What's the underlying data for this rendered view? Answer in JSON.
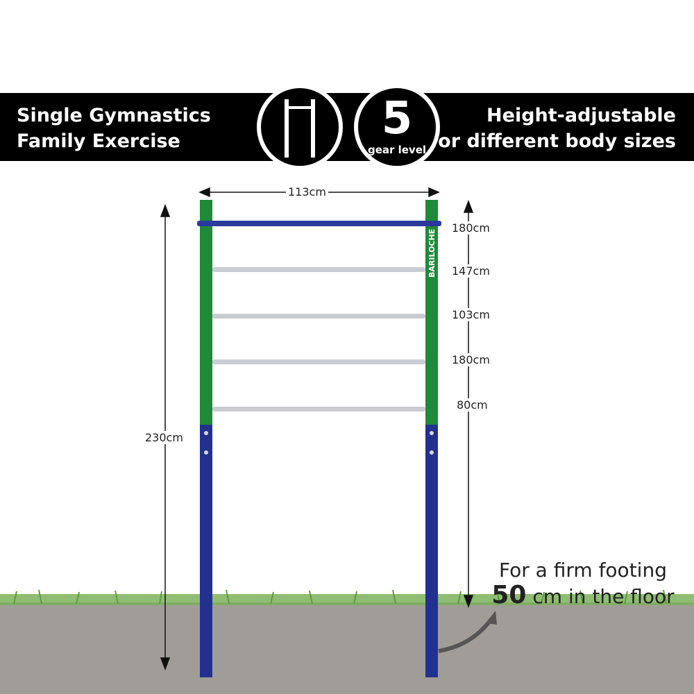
{
  "banner": {
    "left_line1": "Single Gymnastics",
    "left_line2": "Family Exercise",
    "right_line1": "Height-adjustable",
    "right_line2": "for different body sizes",
    "gear_number": "5",
    "gear_label": "gear level"
  },
  "dimensions": {
    "width": "113cm",
    "total_height": "230cm",
    "levels": [
      "180cm",
      "147cm",
      "103cm",
      "180cm",
      "80cm"
    ]
  },
  "brand": "BARILOCHE",
  "footing": {
    "line1": "For a firm footing",
    "amount": "50",
    "line2_rest": " cm in the floor"
  },
  "colors": {
    "post_upper": "#1f8a3a",
    "post_lower": "#22318f",
    "top_bar": "#2b3a9a",
    "rungs": "#c9ccd0",
    "ground": "#9b9893",
    "grass": "#6fa64a"
  }
}
